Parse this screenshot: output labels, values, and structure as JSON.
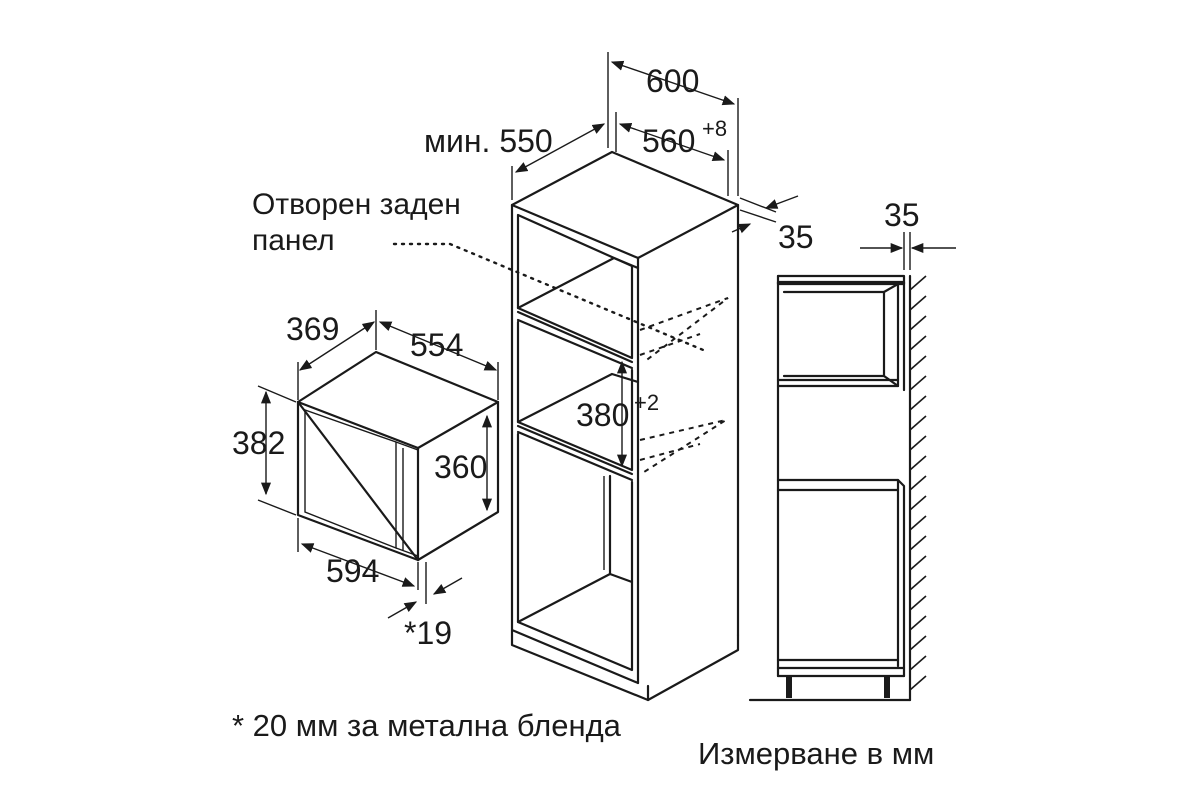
{
  "labels": {
    "width_600": "600",
    "min_550": "мин. 550",
    "width_560": "560",
    "tol_560": "+8",
    "depth_35_top": "35",
    "side_35": "35",
    "open_back_line1": "Отворен заден",
    "open_back_line2": "панел",
    "dim_369": "369",
    "dim_554": "554",
    "dim_382": "382",
    "dim_360": "360",
    "dim_380": "380",
    "tol_380": "+2",
    "dim_594": "594",
    "dim_19": "*19",
    "footnote": "* 20 мм за метална бленда",
    "units_note": "Измерване в мм"
  }
}
